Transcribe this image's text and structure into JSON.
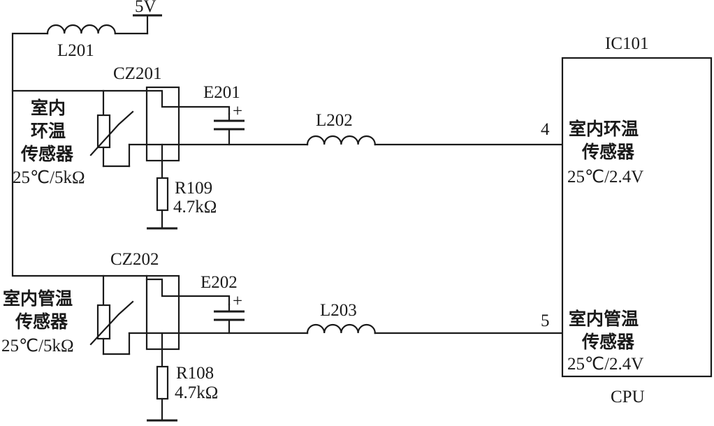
{
  "supply": {
    "label": "5V"
  },
  "inductors": {
    "l201": "L201",
    "l202": "L202",
    "l203": "L203"
  },
  "connectors": {
    "cz201": "CZ201",
    "cz202": "CZ202"
  },
  "capacitors": {
    "e201": "E201",
    "e202": "E202",
    "polarity": "+"
  },
  "resistors": {
    "r109": {
      "name": "R109",
      "value": "4.7kΩ"
    },
    "r108": {
      "name": "R108",
      "value": "4.7kΩ"
    }
  },
  "room_sensor": {
    "lines": [
      "室内",
      "环温",
      "传感器"
    ],
    "rating": "25℃/5kΩ"
  },
  "pipe_sensor": {
    "lines": [
      "室内管温",
      "传感器"
    ],
    "rating": "25℃/5kΩ"
  },
  "ic": {
    "name": "IC101",
    "footer": "CPU",
    "pin4": {
      "number": "4",
      "lines": [
        "室内环温",
        "传感器"
      ],
      "voltage": "25℃/2.4V"
    },
    "pin5": {
      "number": "5",
      "lines": [
        "室内管温",
        "传感器"
      ],
      "voltage": "25℃/2.4V"
    }
  }
}
